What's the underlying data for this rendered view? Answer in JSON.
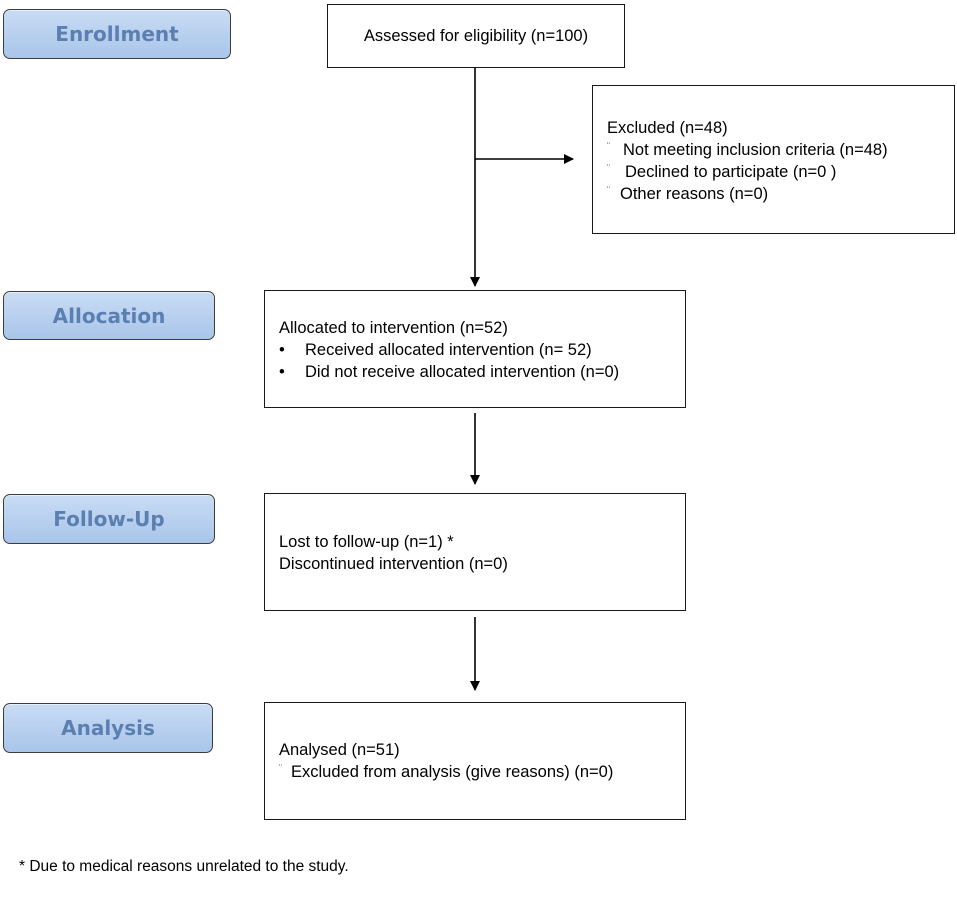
{
  "stages": {
    "enrollment": "Enrollment",
    "allocation": "Allocation",
    "follow_up": "Follow-Up",
    "analysis": "Analysis"
  },
  "boxes": {
    "assessed": "Assessed for eligibility (n=100)",
    "excluded": {
      "title": "Excluded  (n=48)",
      "items": [
        {
          "marker": "¨",
          "text": "Not meeting inclusion criteria (n=48)"
        },
        {
          "marker": "¨",
          "text": "Declined to participate (n=0 )"
        },
        {
          "marker": "¨",
          "text": "Other reasons (n=0)"
        }
      ]
    },
    "allocated": {
      "title": "Allocated to intervention (n=52)",
      "items": [
        {
          "marker": "•",
          "text": "Received allocated intervention (n= 52)"
        },
        {
          "marker": "•",
          "text": "Did not receive allocated intervention (n=0)"
        }
      ]
    },
    "followup": {
      "lines": [
        "Lost to follow-up (n=1) *",
        "Discontinued intervention (n=0)"
      ]
    },
    "analysis": {
      "title": "Analysed  (n=51)",
      "items": [
        {
          "marker": "¨",
          "text": "Excluded from analysis (give reasons) (n=0)"
        }
      ]
    }
  },
  "footnote": "* Due to medical reasons unrelated to the study."
}
